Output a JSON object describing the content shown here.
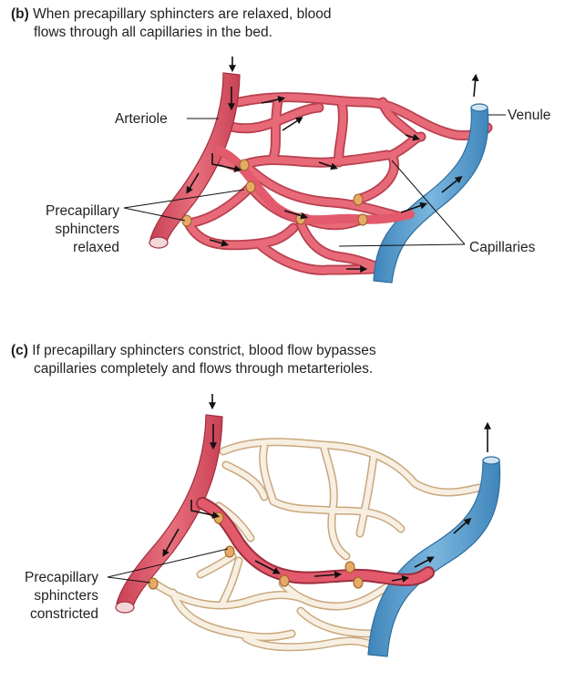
{
  "panel_b": {
    "tag": "(b)",
    "caption_line1": "When precapillary sphincters are relaxed, blood",
    "caption_line2": "flows through all capillaries in the bed.",
    "labels": {
      "arteriole": "Arteriole",
      "venule": "Venule",
      "capillaries": "Capillaries",
      "sphincters_line1": "Precapillary",
      "sphincters_line2": "sphincters",
      "sphincters_line3": "relaxed"
    }
  },
  "panel_c": {
    "tag": "(c)",
    "caption_line1": "If precapillary sphincters constrict, blood flow bypasses",
    "caption_line2": "capillaries completely and flows through metarterioles.",
    "labels": {
      "sphincters_line1": "Precapillary",
      "sphincters_line2": "sphincters",
      "sphincters_line3": "constricted"
    }
  },
  "colors": {
    "arteriole": "#e25a6c",
    "capillary_active": "#e3636f",
    "capillary_inactive": "#f6eee1",
    "venule": "#5aa0cf",
    "sphincter": "#e0a060",
    "arrow": "#111111"
  }
}
